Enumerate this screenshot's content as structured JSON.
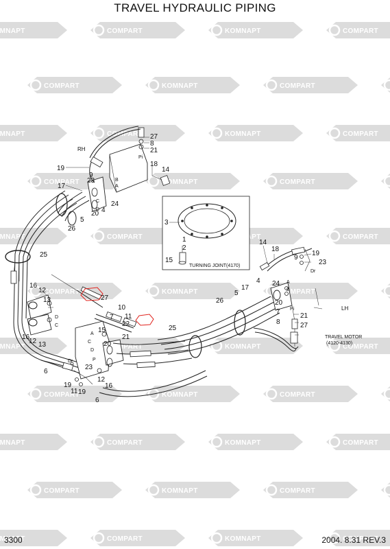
{
  "title": "TRAVEL HYDRAULIC PIPING",
  "footer": {
    "page": "3300",
    "revision": "2004. 8.31 REV.3"
  },
  "watermark": {
    "word_a": "KOMNAPT",
    "word_b": "COMPART",
    "color": "#dcdcdc"
  },
  "colors": {
    "line": "#222222",
    "highlight": "#e0221c"
  },
  "notes": {
    "rh": "RH",
    "lh": "LH",
    "turning_joint": "TURNING JOINT(4170)",
    "travel_motor": "TRAVEL MOTOR",
    "travel_motor_ref": "(4120-4130)",
    "pi": "Pi",
    "dr": "Dr"
  },
  "ports": {
    "a": "A",
    "b": "B",
    "c": "C",
    "d": "D",
    "p": "P"
  },
  "callouts": [
    {
      "id": "rt-27",
      "text": "27"
    },
    {
      "id": "rt-8",
      "text": "8"
    },
    {
      "id": "rt-21",
      "text": "21"
    },
    {
      "id": "rt-18",
      "text": "18"
    },
    {
      "id": "rt-14",
      "text": "14"
    },
    {
      "id": "rt-19",
      "text": "19"
    },
    {
      "id": "rt-23",
      "text": "23"
    },
    {
      "id": "rt-9",
      "text": "9"
    },
    {
      "id": "rt-17",
      "text": "17"
    },
    {
      "id": "rt-24",
      "text": "24"
    },
    {
      "id": "rt-4",
      "text": "4"
    },
    {
      "id": "rt-20",
      "text": "20"
    },
    {
      "id": "rt-5",
      "text": "5"
    },
    {
      "id": "rt-26",
      "text": "26"
    },
    {
      "id": "rt-25",
      "text": "25"
    },
    {
      "id": "tj-3",
      "text": "3"
    },
    {
      "id": "tj-1",
      "text": "1"
    },
    {
      "id": "tj-2",
      "text": "2"
    },
    {
      "id": "tj-15",
      "text": "15"
    },
    {
      "id": "lh-14",
      "text": "14"
    },
    {
      "id": "lh-18",
      "text": "18"
    },
    {
      "id": "lh-9",
      "text": "9"
    },
    {
      "id": "lh-19",
      "text": "19"
    },
    {
      "id": "lh-23",
      "text": "23"
    },
    {
      "id": "lh-4",
      "text": "4"
    },
    {
      "id": "lh-17",
      "text": "17"
    },
    {
      "id": "lh-5",
      "text": "5"
    },
    {
      "id": "lh-24",
      "text": "24"
    },
    {
      "id": "lh-26",
      "text": "26"
    },
    {
      "id": "lh-20",
      "text": "20"
    },
    {
      "id": "lh-7",
      "text": "7"
    },
    {
      "id": "lh-8",
      "text": "8"
    },
    {
      "id": "lh-21",
      "text": "21"
    },
    {
      "id": "lh-27",
      "text": "27"
    },
    {
      "id": "lh-25",
      "text": "25"
    },
    {
      "id": "c-16a",
      "text": "16"
    },
    {
      "id": "c-12a",
      "text": "12"
    },
    {
      "id": "c-13a",
      "text": "13"
    },
    {
      "id": "c-27",
      "text": "27"
    },
    {
      "id": "c-10",
      "text": "10"
    },
    {
      "id": "c-11",
      "text": "11"
    },
    {
      "id": "c-22",
      "text": "22"
    },
    {
      "id": "c-7",
      "text": "7"
    },
    {
      "id": "c-16b",
      "text": "16"
    },
    {
      "id": "c-12b",
      "text": "12"
    },
    {
      "id": "c-13b",
      "text": "13"
    },
    {
      "id": "c-15",
      "text": "15"
    },
    {
      "id": "c-21",
      "text": "21"
    },
    {
      "id": "c-20",
      "text": "20"
    },
    {
      "id": "c-23",
      "text": "23"
    },
    {
      "id": "c-12c",
      "text": "12"
    },
    {
      "id": "c-16c",
      "text": "16"
    },
    {
      "id": "c-6a",
      "text": "6"
    },
    {
      "id": "c-19a",
      "text": "19"
    },
    {
      "id": "c-11b",
      "text": "11"
    },
    {
      "id": "c-19b",
      "text": "19"
    },
    {
      "id": "c-6b",
      "text": "6"
    }
  ]
}
